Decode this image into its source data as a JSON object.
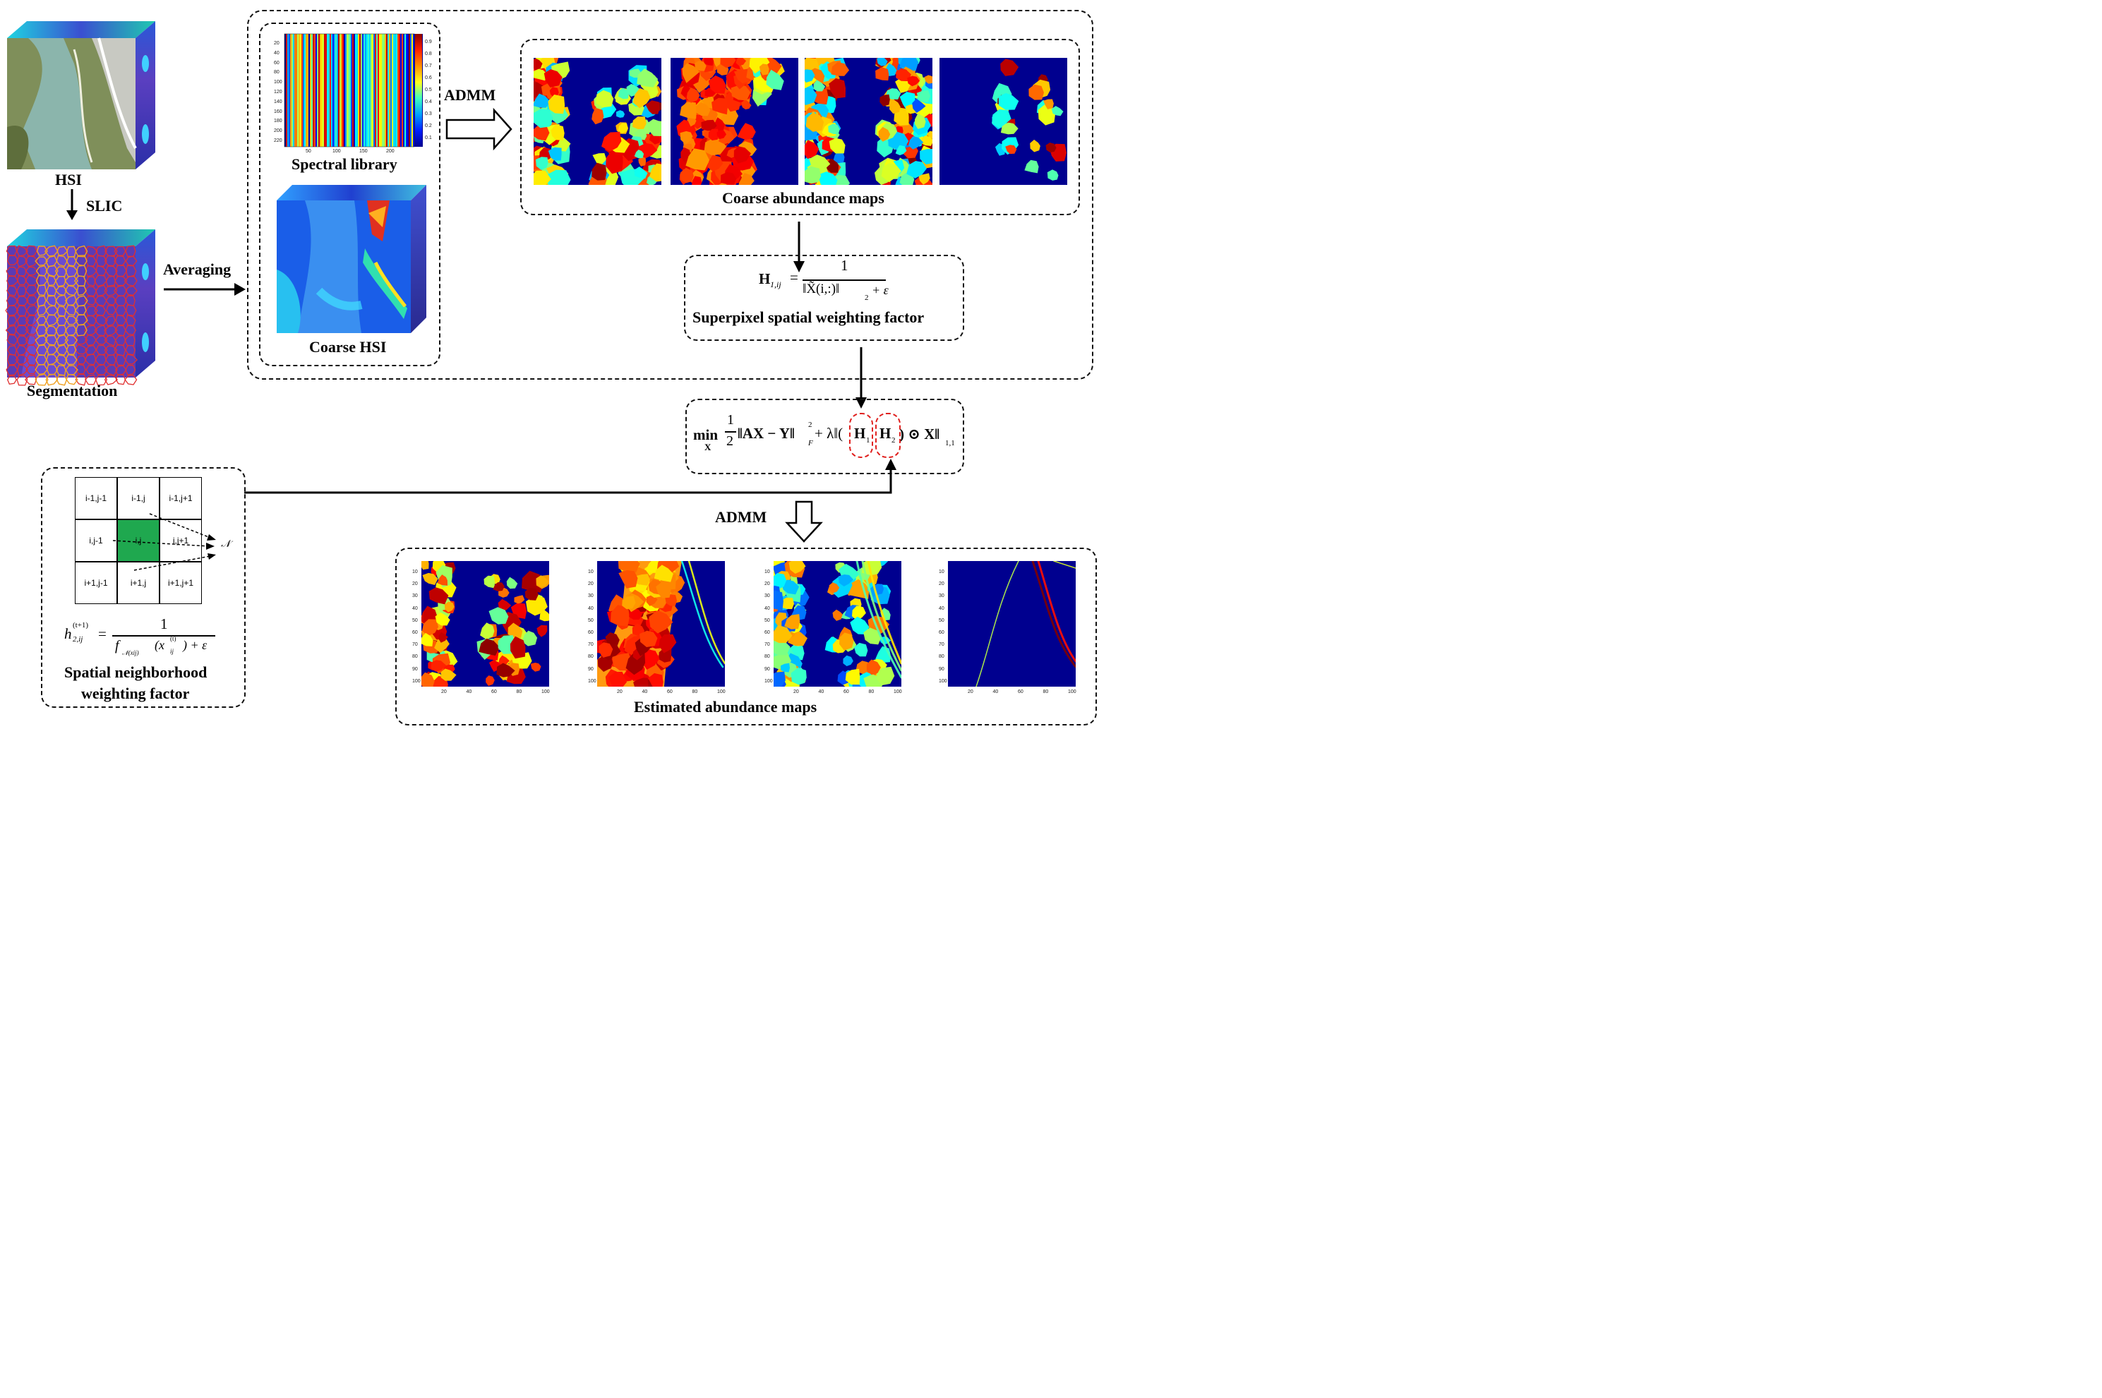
{
  "labels": {
    "hsi": "HSI",
    "slic": "SLIC",
    "segmentation": "Segmentation",
    "averaging": "Averaging",
    "spectral_library": "Spectral library",
    "coarse_hsi": "Coarse HSI",
    "admm_top": "ADMM",
    "coarse_abundance": "Coarse abundance maps",
    "superpixel_factor": "Superpixel spatial weighting factor",
    "admm_bottom": "ADMM",
    "estimated_abundance": "Estimated abundance maps",
    "spatial_factor_line1": "Spatial neighborhood",
    "spatial_factor_line2": "weighting factor"
  },
  "equations": {
    "h1_lhs": "H",
    "h1_sub": "1,ij",
    "h1_num": "1",
    "h1_den": "‖X̃(i,:)‖",
    "h1_den_sub": "2",
    "h1_den_tail": "+ ε",
    "h2_lhs": "h",
    "h2_sup": "(t+1)",
    "h2_sub": "2,ij",
    "h2_num": "1",
    "h2_den": "f",
    "h2_den_sub": "𝒩(xij)",
    "h2_den_arg": "(x",
    "h2_den_arg_sup": "(t)",
    "h2_den_arg_sub": "ij",
    "h2_den_tail": ") + ε",
    "obj_min": "min",
    "obj_min_sub": "X",
    "obj_half_num": "1",
    "obj_half_den": "2",
    "obj_norm1": "‖AX − Y‖",
    "obj_norm1_sup": "2",
    "obj_norm1_sub": "F",
    "obj_lambda": "+ λ‖(",
    "obj_H1": "H",
    "obj_H1_sub": "1",
    "obj_H2": "H",
    "obj_H2_sub": "2",
    "obj_tail": ") ⊙ X‖",
    "obj_tail_sub": "1,1"
  },
  "grid": {
    "cells": [
      [
        "i-1,j-1",
        "i-1,j",
        "i-1,j+1"
      ],
      [
        "i,j-1",
        "i,j",
        "i,j+1"
      ],
      [
        "i+1,j-1",
        "i+1,j",
        "i+1,j+1"
      ]
    ],
    "neighborhood_symbol": "𝒩"
  },
  "spectral_ticks": {
    "y": [
      "20",
      "40",
      "60",
      "80",
      "100",
      "120",
      "140",
      "160",
      "180",
      "200",
      "220"
    ],
    "x": [
      "50",
      "100",
      "150",
      "200"
    ],
    "colorbar": [
      "0.9",
      "0.8",
      "0.7",
      "0.6",
      "0.5",
      "0.4",
      "0.3",
      "0.2",
      "0.1"
    ]
  },
  "estimated_ticks": {
    "y": [
      "10",
      "20",
      "30",
      "40",
      "50",
      "60",
      "70",
      "80",
      "90",
      "100"
    ],
    "x": [
      "20",
      "40",
      "60",
      "80",
      "100"
    ]
  },
  "colors": {
    "dashed_red": "#e0201e",
    "map_background": "#00008f",
    "center_cell": "#1fa84f"
  }
}
